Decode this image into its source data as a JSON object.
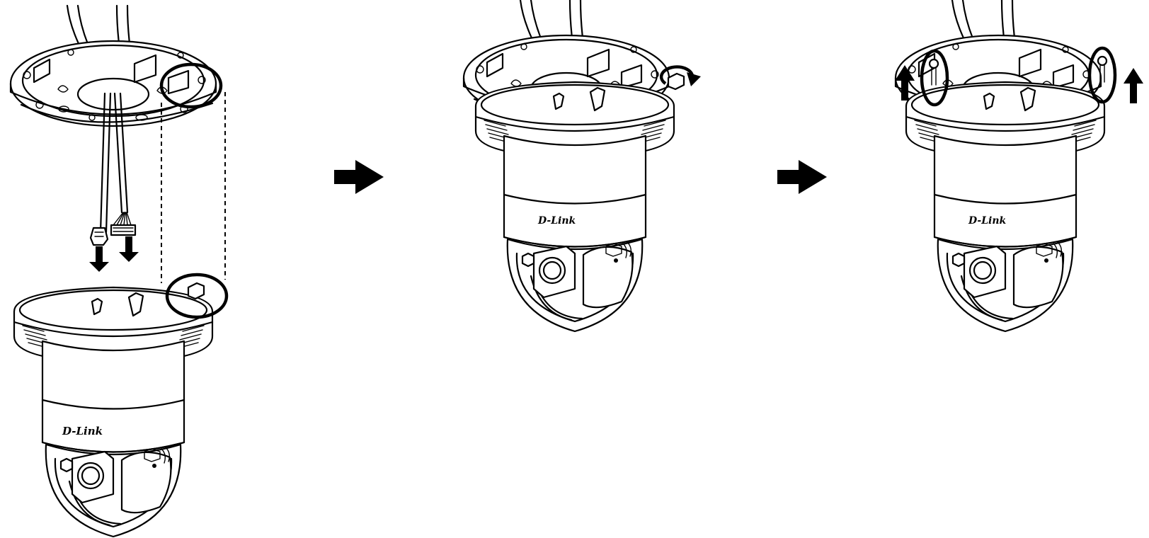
{
  "brand_label": "D-Link",
  "steps": [
    {
      "name": "attach-camera",
      "action": "connect cables and align latch with bracket"
    },
    {
      "name": "rotate-camera",
      "action": "rotate to lock"
    },
    {
      "name": "secure-camera",
      "action": "tighten screws upward"
    }
  ],
  "icons": [
    "arrow-right-icon",
    "arrow-down-icon",
    "arrow-up-icon",
    "rotate-icon",
    "highlight-circle"
  ],
  "colors": {
    "line": "#000000",
    "background": "#ffffff"
  }
}
